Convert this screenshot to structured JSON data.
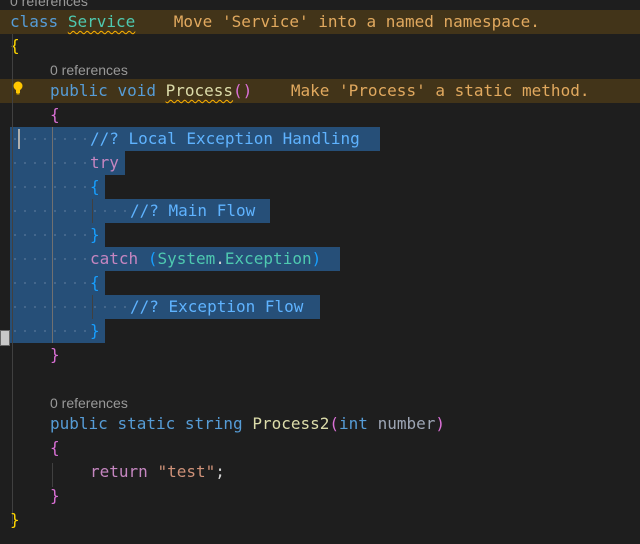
{
  "editor": {
    "top_lens": "0 references",
    "class_line": {
      "kw": "class",
      "name": "Service",
      "hint": "Move 'Service' into a named namespace."
    },
    "open_brace": "{",
    "lens1": "0 references",
    "method1": {
      "kw1": "public",
      "kw2": "void",
      "name": "Process",
      "parens": "()",
      "hint": "Make 'Process' a static method."
    },
    "m1_open": "{",
    "comment_local": "//? Local Exception Handling",
    "try_kw": "try",
    "try_open": "{",
    "comment_main": "//? Main Flow",
    "try_close": "}",
    "catch_line": {
      "kw": "catch",
      "open_paren": "(",
      "ns": "System",
      "dot": ".",
      "type": "Exception",
      "close_paren": ")"
    },
    "catch_open": "{",
    "comment_exc": "//? Exception Flow",
    "catch_close": "}",
    "m1_close": "}",
    "lens2": "0 references",
    "method2": {
      "kw1": "public",
      "kw2": "static",
      "kw3": "string",
      "name": "Process2",
      "open_paren": "(",
      "param_type": "int",
      "param_name": "number",
      "close_paren": ")"
    },
    "m2_open": "{",
    "return_kw": "return",
    "return_value": "\"test\"",
    "semicolon": ";",
    "m2_close": "}",
    "close_brace": "}"
  },
  "icons": {
    "lightbulb": "lightbulb-icon"
  },
  "colors": {
    "background": "#1e1e1e",
    "selection": "#264f78",
    "hint": "#e1a95f",
    "keyword": "#569cd6"
  }
}
